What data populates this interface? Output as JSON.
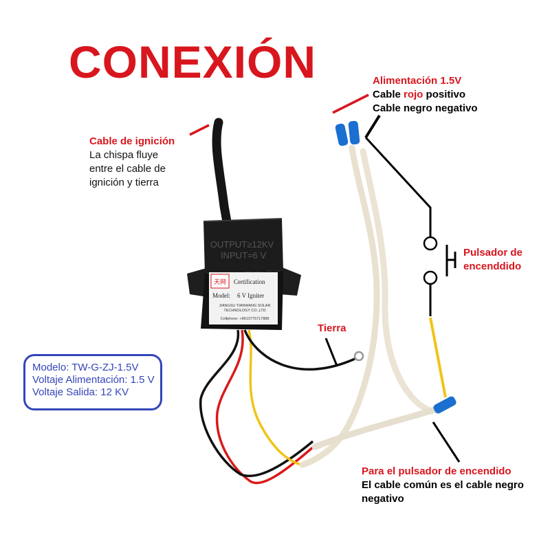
{
  "title": "CONEXIÓN",
  "ignition": {
    "heading": "Cable de ignición",
    "desc": [
      "La chispa fluye",
      "entre el cable de",
      "ignición y tierra"
    ]
  },
  "power": {
    "heading": "Alimentación 1.5V",
    "line1_pre": "Cable ",
    "line1_color": "rojo",
    "line1_post": " positivo",
    "line2": "Cable negro negativo"
  },
  "button": {
    "heading": [
      "Pulsador de",
      "encenddido"
    ]
  },
  "ground": {
    "heading": "Tierra"
  },
  "common": {
    "heading": "Para el pulsador de encendido",
    "desc": [
      "El cable común es el cable negro",
      "negativo"
    ]
  },
  "specs": {
    "model": "Modelo: TW-G-ZJ-1.5V",
    "input": "Voltaje Alimentación: 1.5 V",
    "output": "Voltaje Salida: 12 KV"
  },
  "device": {
    "top_print_1": "OUTPUT≥12KV",
    "top_print_2": "INPUT=6 V",
    "label_certification": "Certification",
    "label_model": "Model:",
    "label_model_value": "6 V Igniter",
    "label_company_1": "JIANGSU TIANWANG SOLAR",
    "label_company_2": "TECHNOLOGY CO.,LTD",
    "label_phone": "Cellphone: +8613775717888",
    "logo_text": "天网"
  },
  "colors": {
    "accent_red": "#d8161e",
    "spec_blue": "#3345b8",
    "wire_yellow": "#f0c419",
    "wire_black": "#111111",
    "wire_red": "#d91a1a",
    "connector_blue": "#1a6fd1"
  }
}
